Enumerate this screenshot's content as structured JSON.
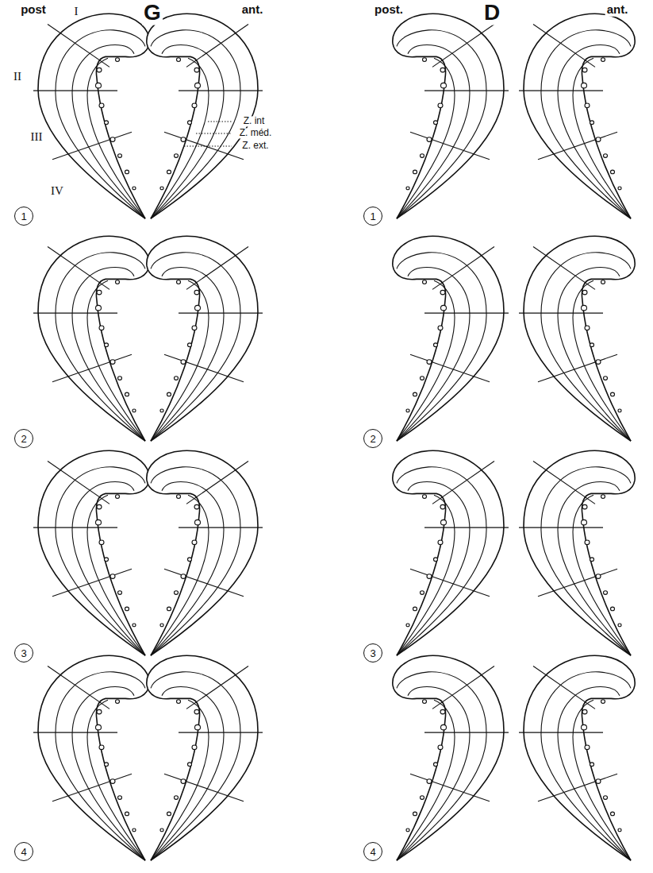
{
  "diagram": {
    "nodes": [
      {
        "text": [
          "1"
        ]
      },
      {
        "text": [
          "1"
        ]
      },
      {
        "text": [
          "2"
        ]
      },
      {
        "text": [
          "2"
        ]
      },
      {
        "text": [
          "3"
        ]
      },
      {
        "text": [
          "3"
        ]
      },
      {
        "text": [
          "4"
        ]
      },
      {
        "text": [
          "4"
        ]
      }
    ],
    "labels": [
      "post",
      "I",
      "G",
      "ant.",
      "post.",
      "D",
      "ant.",
      "II",
      "III",
      "IV",
      "Z. int",
      "Z. méd.",
      "Z. ext."
    ]
  }
}
